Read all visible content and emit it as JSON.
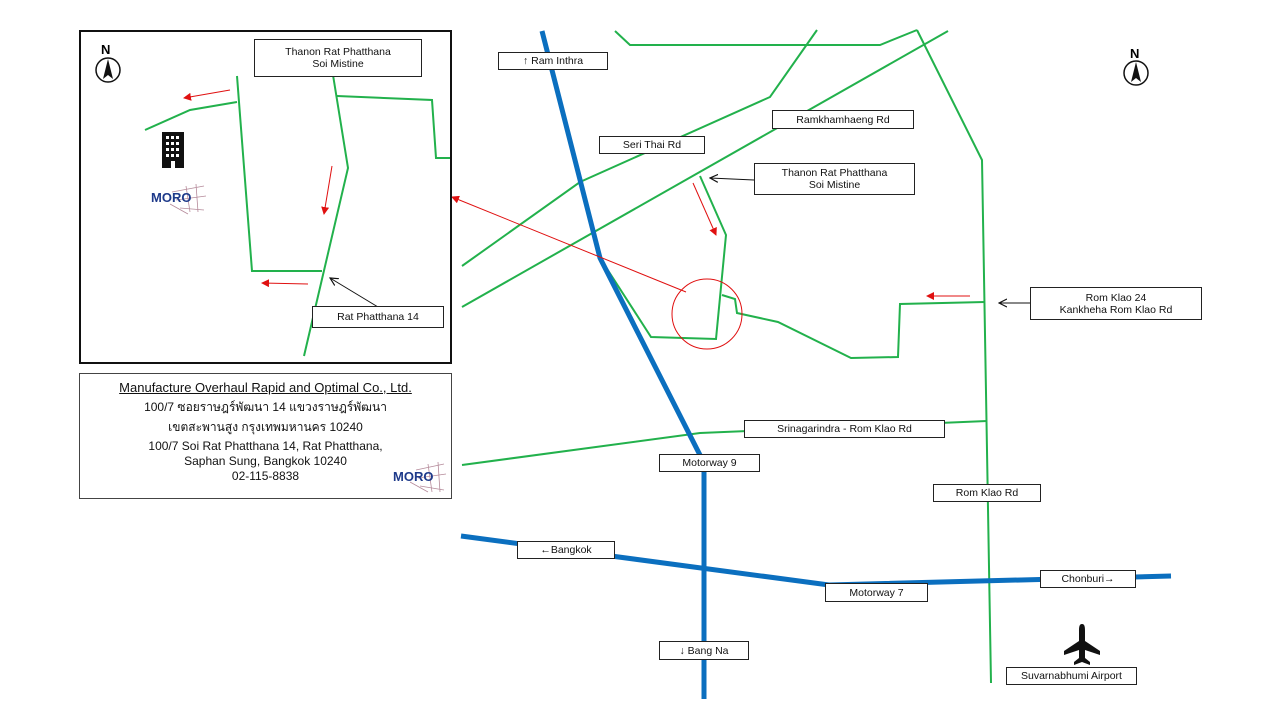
{
  "main_map": {
    "labels": {
      "ram_inthra": "↑ Ram Inthra",
      "seri_thai": "Seri Thai Rd",
      "ramkhamhaeng": "Ramkhamhaeng Rd",
      "rat_phatthana_mistine_1": "Thanon Rat Phatthana",
      "rat_phatthana_mistine_2": "Soi Mistine",
      "rom_klao_24_1": "Rom Klao 24",
      "rom_klao_24_2": "Kankheha Rom Klao Rd",
      "srinagarindra": "Srinagarindra - Rom Klao Rd",
      "motorway_9": "Motorway 9",
      "rom_klao": "Rom Klao Rd",
      "bangkok": "←Bangkok",
      "motorway_7": "Motorway 7",
      "chonburi": "Chonburi→",
      "bang_na": "↓ Bang Na",
      "airport": "Suvarnabhumi Airport"
    },
    "north_letter": "N"
  },
  "inset": {
    "north_letter": "N",
    "label_top_1": "Thanon Rat Phatthana",
    "label_top_2": "Soi Mistine",
    "label_bottom": "Rat Phatthana 14",
    "logo_text": "MORO"
  },
  "address": {
    "company": "Manufacture Overhaul Rapid and Optimal Co., Ltd.",
    "thai_line_1": "100/7 ซอยราษฎร์พัฒนา 14 แขวงราษฎร์พัฒนา",
    "thai_line_2": "เขตสะพานสูง กรุงเทพมหานคร 10240",
    "en_line_1": "100/7 Soi Rat Phatthana 14, Rat Phatthana,",
    "en_line_2": "Saphan Sung, Bangkok 10240",
    "phone": "02-115-8838",
    "logo_text": "MORO"
  },
  "colors": {
    "road_green": "#22b14c",
    "motorway_blue": "#0b6fbf",
    "arrow_red": "#e01010",
    "pointer_black": "#111111"
  }
}
